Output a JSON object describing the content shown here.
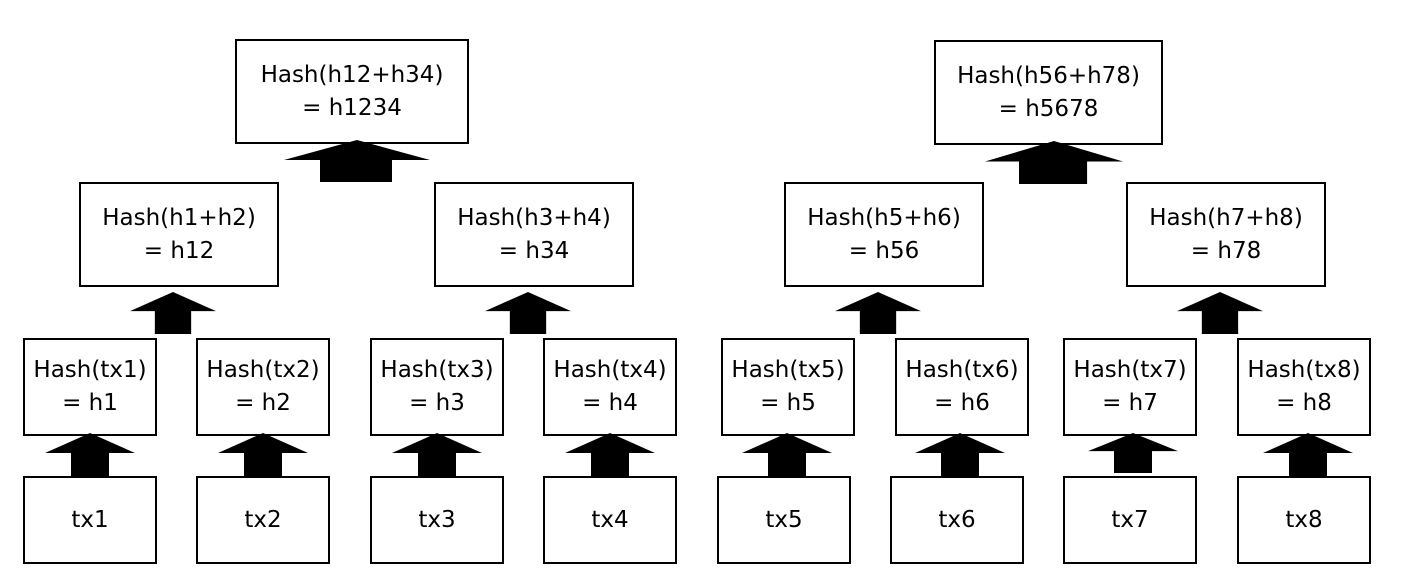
{
  "trees": [
    {
      "root": {
        "line1": "Hash(h12+h34)",
        "line2": "= h1234"
      },
      "branches": [
        {
          "line1": "Hash(h1+h2)",
          "line2": "= h12"
        },
        {
          "line1": "Hash(h3+h4)",
          "line2": "= h34"
        }
      ],
      "leaf_hashes": [
        {
          "line1": "Hash(tx1)",
          "line2": "= h1"
        },
        {
          "line1": "Hash(tx2)",
          "line2": "= h2"
        },
        {
          "line1": "Hash(tx3)",
          "line2": "= h3"
        },
        {
          "line1": "Hash(tx4)",
          "line2": "= h4"
        }
      ],
      "transactions": [
        "tx1",
        "tx2",
        "tx3",
        "tx4"
      ]
    },
    {
      "root": {
        "line1": "Hash(h56+h78)",
        "line2": "= h5678"
      },
      "branches": [
        {
          "line1": "Hash(h5+h6)",
          "line2": "= h56"
        },
        {
          "line1": "Hash(h7+h8)",
          "line2": "= h78"
        }
      ],
      "leaf_hashes": [
        {
          "line1": "Hash(tx5)",
          "line2": "= h5"
        },
        {
          "line1": "Hash(tx6)",
          "line2": "= h6"
        },
        {
          "line1": "Hash(tx7)",
          "line2": "= h7"
        },
        {
          "line1": "Hash(tx8)",
          "line2": "= h8"
        }
      ],
      "transactions": [
        "tx5",
        "tx6",
        "tx7",
        "tx8"
      ]
    }
  ],
  "colors": {
    "stroke": "#000000",
    "fill": "#ffffff",
    "arrow": "#000000"
  }
}
